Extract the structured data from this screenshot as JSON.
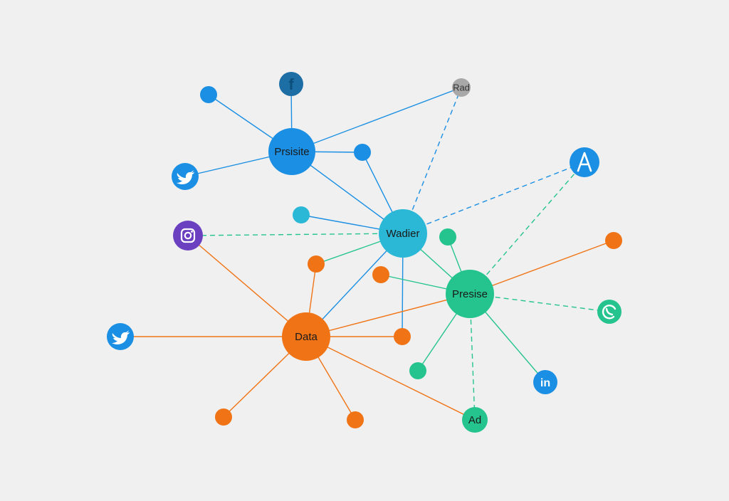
{
  "colors": {
    "background": "#f0f0f0",
    "blue": "#1a8fe3",
    "cyan": "#2bb8d6",
    "green": "#25c48f",
    "orange": "#f07416",
    "purple": "#6a3fc0",
    "gray": "#a8a8a8",
    "navy": "#1c6ea4"
  },
  "hubs": {
    "prsisite": "Prsisite",
    "wadier": "Wadier",
    "presise": "Presise",
    "data": "Data"
  },
  "labeled_nodes": {
    "rad": "Rad",
    "ad": "Ad"
  },
  "icons": {
    "facebook": "facebook-icon",
    "twitter_upper": "twitter-icon",
    "twitter_lower": "twitter-icon",
    "instagram": "instagram-icon",
    "app_store": "app-store-icon",
    "whatsapp": "whatsapp-icon",
    "linkedin": "linkedin-icon"
  }
}
